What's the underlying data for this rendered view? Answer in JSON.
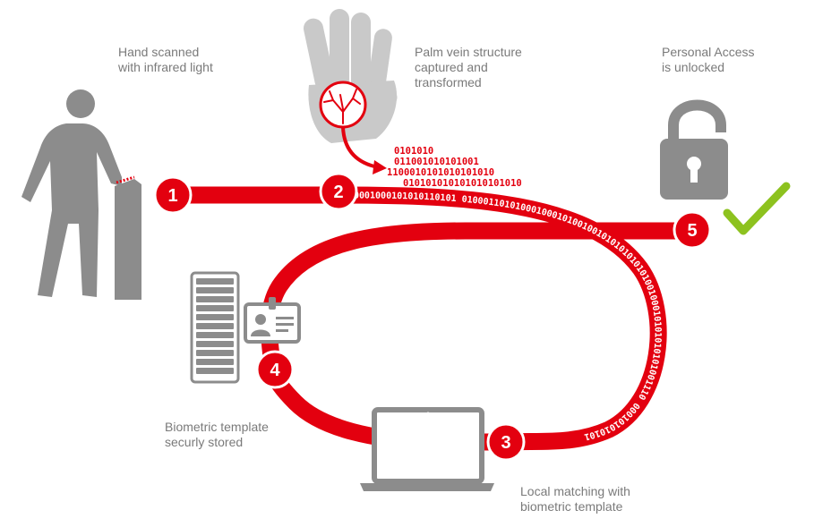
{
  "colors": {
    "accent": "#e3000f",
    "icon_gray": "#8c8c8c",
    "text_gray": "#7a7a7a",
    "check": "#8dc21f"
  },
  "steps": [
    {
      "number": "1",
      "caption": [
        "Hand scanned",
        "with infrared light"
      ]
    },
    {
      "number": "2",
      "caption": [
        "Palm vein structure",
        "captured and",
        "transformed"
      ]
    },
    {
      "number": "3",
      "caption": [
        "Local matching with",
        "biometric template"
      ]
    },
    {
      "number": "4",
      "caption": [
        "Biometric template",
        "securly stored"
      ]
    },
    {
      "number": "5",
      "caption": [
        "Personal Access",
        "is unlocked"
      ]
    }
  ],
  "binary": {
    "above": [
      "0101010",
      "011001010101001",
      "1100010101010101010",
      "010101010101010101010"
    ],
    "along_path": "0001000101010110101 01000110101000100010100100101010101010100100010101010101001110 000101010101",
    "bottom": "01010100010"
  },
  "icons": [
    "person-icon",
    "scanner-kiosk-icon",
    "hand-palm-icon",
    "vein-icon",
    "padlock-open-icon",
    "checkmark-icon",
    "server-rack-icon",
    "id-card-icon",
    "laptop-icon"
  ]
}
